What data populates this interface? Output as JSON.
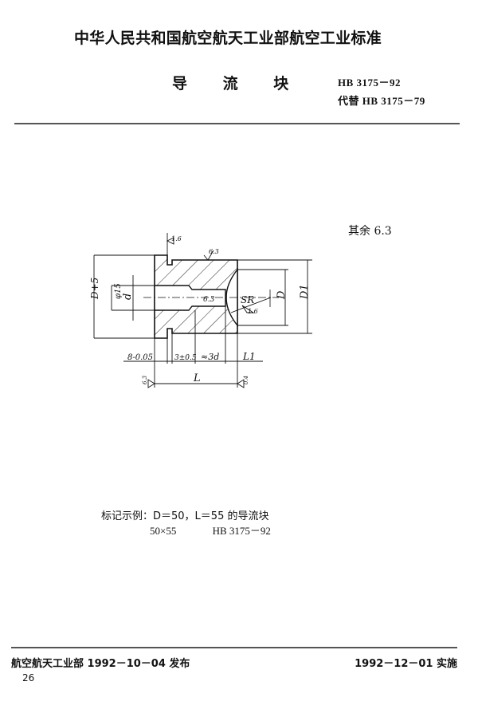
{
  "header": {
    "standard_org": "中华人民共和国航空航天工业部航空工业标准",
    "title": "导 流 块",
    "standard_number": "HB 3175－92",
    "replaces": "代替 HB 3175－79"
  },
  "drawing": {
    "rest_roughness_note": "其余 6.3",
    "labels": {
      "outer_diameter": "D+5",
      "hole_diameter": "φ15",
      "thread": "d",
      "bore_roughness": "6.3",
      "sphere_radius": "SR",
      "sphere_roughness": "1.6",
      "diameter_d": "D",
      "diameter_d1": "D1",
      "top_roughness": "6.3",
      "groove_roughness": "1.6",
      "flange_width": "8-0.05",
      "groove_width": "3±0.5",
      "bore_length": "≈3d",
      "counter_length": "L1",
      "total_length": "L",
      "left_face_roughness": "6.3",
      "right_face_roughness": "0.4"
    }
  },
  "example": {
    "line1": "标记示例：D＝50，L＝55 的导流块",
    "designation": "50×55",
    "standard_ref": "HB 3175－92"
  },
  "footer": {
    "issued": "航空航天工业部 1992－10－04 发布",
    "effective": "1992－12－01 实施",
    "page_number": "26"
  }
}
